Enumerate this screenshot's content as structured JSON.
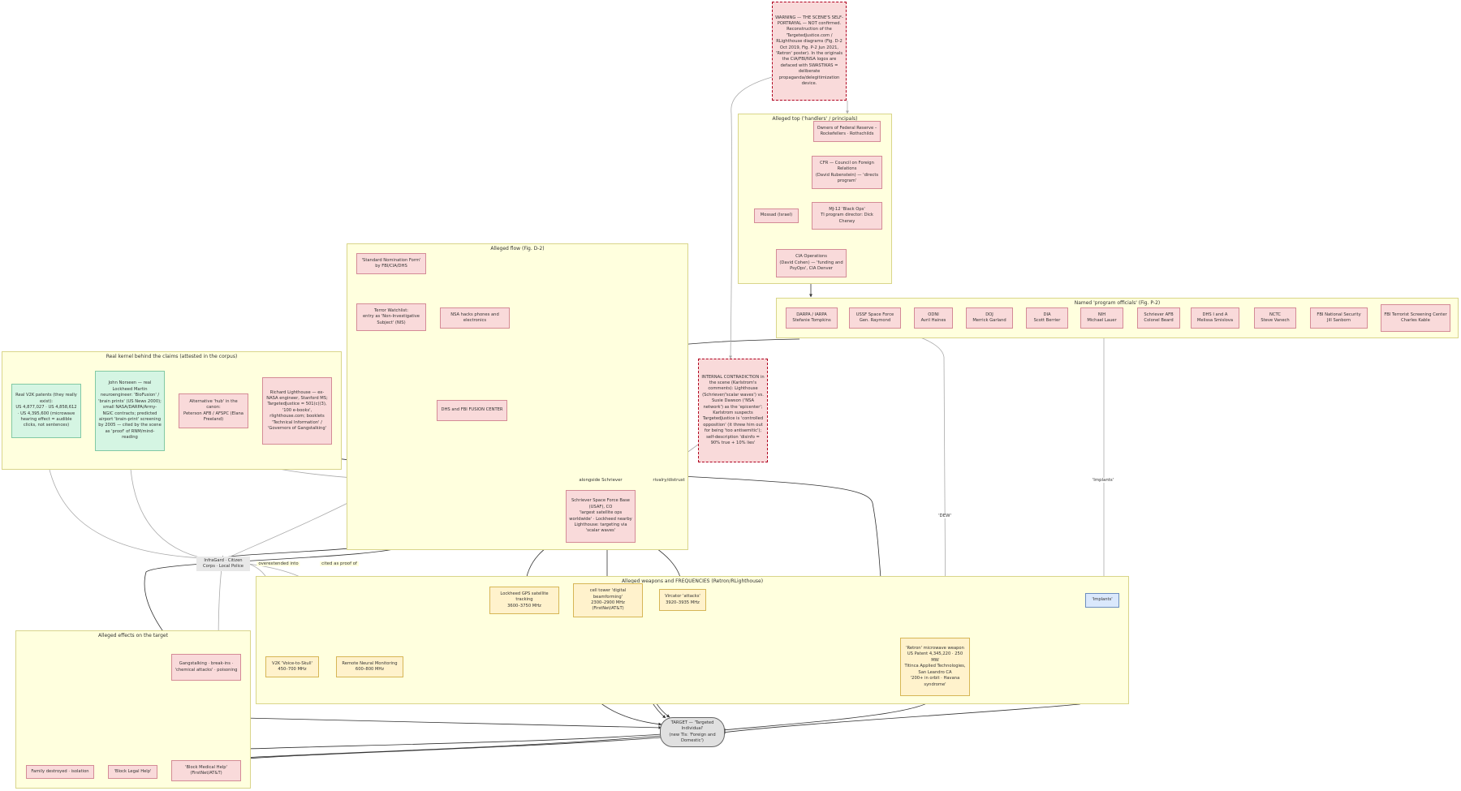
{
  "clusters": {
    "top": "Alleged top ('handlers' / principals)",
    "officials": "Named 'program officials' (Fig. P-2)",
    "flow": "Alleged flow (Fig. D-2)",
    "kernel": "Real kernel behind the claims (attested in the corpus)",
    "weapons": "Alleged weapons and FREQUENCIES (Retron/RLighthouse)",
    "effects": "Alleged effects on the target"
  },
  "nodes": {
    "warning": "WARNING — THE SCENE'S SELF-PORTRAYAL — NOT confirmed. Reconstruction of the 'TargetedJustice.com / RLighthouse diagrams (Fig. D-2 Oct 2019, Fig. P-2 Jun 2021, 'Retron' poster). In the originals the CIA/FBI/NSA logos are defaced with SWASTIKAS = deliberate propaganda/delegitimization device.",
    "fed": "Owners of Federal Reserve – Rockefellers · Rothschilds",
    "cfr": "CFR — Council on Foreign Relations\n(David Rubenstein) — 'directs program'",
    "mj12": "MJ-12 'Black Ops'\nTI program director: Dick Cheney",
    "mossad": "Mossad (Israel)",
    "cia": "CIA Operations\n(David Cohen) — 'funding and PsyOps', CIA Denver",
    "darpa": "DARPA / IARPA\nStefanie Tompkins",
    "ussf": "USSF Space Force\nGen. Raymond",
    "odni": "ODNI\nAvril Haines",
    "doj": "DOJ\nMerrick Garland",
    "dia": "DIA\nScott Berrier",
    "nih": "NIH\nMichael Lauer",
    "schrieverCol": "Schriever AFB\nColonel Beard",
    "dhsia": "DHS I and A\nMelissa Smislova",
    "nctc": "NCTC\nSteve Vanech",
    "fbins": "FBI National Security\nJill Sanborn",
    "fbitsc": "FBI Terrorist Screening Center\nCharles Kable",
    "nomination": "'Standard Nomination Form' by FBI/CIA/DHS",
    "watchlist": "Terror Watchlist:\nentry as 'Non-Investigative Subject' (NIS)",
    "nsa": "NSA hacks phones and electronics",
    "fusion": "DHS and FBI FUSION CENTER",
    "contradiction": "INTERNAL CONTRADICTION in the scene (Karlstrom's comments): Lighthouse (Schriever/'scalar waves') vs. Susie Dawson ('NSA network') as the 'epicenter'; Karlstrom suspects TargetedJustice is 'controlled opposition' (it threw him out for being 'too antisemitic'); self-description 'disinfo = 90% true + 10% lies'",
    "v2kpat": "Real V2K patents (they really exist):\nUS 4,877,027 · US 4,858,612 · US 4,395,600 (microwave hearing effect = audible clicks, not sentences)",
    "norseen": "John Norseen — real Lockheed Martin neuroengineer: 'BioFusion' / 'brain prints' (US News 2000); small NASA/DARPA/Army-NGIC contracts; predicted airport 'brain-print' screening by 2005 — cited by the scene as 'proof' of RNM/mind-reading",
    "hub": "Alternative 'hub' in the canon:\nPeterson AFB / AFSPC (Elana Freeland)",
    "lighthouse": "Richard Lighthouse — ex-NASA engineer, Stanford MS; TargetedJustice = 501(c)(3), '100 e-books', rlighthouse.com; booklets 'Technical Information' / 'Governors of Gangstalking'",
    "schriever": "Schriever Space Force Base (USAF), CO\n'largest satellite ops worldwide' · Lockheed nearby\nLighthouse: targeting via 'scalar waves'",
    "infragard": "InfraGard · Citizen Corps · Local Police",
    "gps": "Lockheed GPS satellite tracking\n3600–3750 MHz",
    "celltower": "cell tower 'digital beamforming'\n2300–2900 MHz\n(FirstNet/AT&T)",
    "vircator": "Vircator 'attacks'\n3920–3935 MHz",
    "implants": "'Implants'",
    "v2k": "V2K 'Voice-to-Skull'\n450–700 MHz",
    "rnm": "Remote Neural Monitoring\n600–800 MHz",
    "retron": "'Retron' microwave weapon\nUS Patent 4,345,220 · 250 MW\nTitinca Applied Technologies, San Leandro CA\n'200+ in orbit · Havana syndrome'",
    "gangstalking": "Gangstalking · break-ins · 'chemical attacks' · poisoning",
    "target": "TARGET — 'Targeted Individual'\n(new TIs: 'Foreign and Domestic')",
    "family": "Family destroyed · isolation",
    "legal": "'Block Legal Help'",
    "medical": "'Block Medical Help'\n(FirstNet/AT&T)"
  },
  "edge_labels": {
    "alongside": "alongside Schriever",
    "rivalry": "rivalry/distrust",
    "overextended": "overextended into",
    "cited": "cited as proof of",
    "dew": "'DEW'",
    "implantsLbl": "'Implants'"
  }
}
